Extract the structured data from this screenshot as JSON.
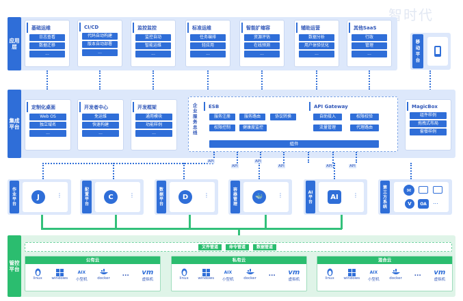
{
  "watermark": "智时代",
  "layers": {
    "app": {
      "label": "应用层",
      "cards": [
        {
          "title": "基础运维",
          "items": [
            "日志查看",
            "数据迁移",
            "..."
          ]
        },
        {
          "title": "CI/CD",
          "items": [
            "代码自动构建",
            "版本自动部署",
            "..."
          ]
        },
        {
          "title": "监控监控",
          "items": [
            "监控自动",
            "智能运维",
            "..."
          ]
        },
        {
          "title": "标准运维",
          "items": [
            "任务编排",
            "轻应用",
            "..."
          ]
        },
        {
          "title": "智能扩缩容",
          "items": [
            "资源评估",
            "在线预测",
            "..."
          ]
        },
        {
          "title": "辅助运营",
          "items": [
            "数据分析",
            "用户体验优化",
            "..."
          ]
        },
        {
          "title": "其他SaaS",
          "items": [
            "行政",
            "管理",
            "..."
          ]
        }
      ],
      "mobile_label": "移动平台"
    },
    "integration": {
      "label": "集成平台",
      "cards": [
        {
          "title": "定制化桌面",
          "items": [
            "Web OS",
            "独立域名",
            "..."
          ]
        },
        {
          "title": "开发者中心",
          "items": [
            "免运维",
            "快速构建",
            "..."
          ]
        },
        {
          "title": "开发框架",
          "items": [
            "通用模块",
            "功能样例",
            "..."
          ]
        }
      ],
      "esb_group_label": "企业服务总线",
      "esb": {
        "title": "ESB",
        "items": [
          "服务注册",
          "服务路由",
          "协议转换",
          "权限控制",
          "健康度监控"
        ]
      },
      "gateway": {
        "title": "API Gateway",
        "items": [
          "自助接入",
          "权限校验",
          "流量管理",
          "代理路由"
        ]
      },
      "component_bar": "组件",
      "magicbox": {
        "title": "MagicBox",
        "items": [
          "组件样例",
          "拖拽式布局",
          "套餐样例"
        ]
      }
    },
    "api_labels": [
      "API",
      "API",
      "API",
      "API",
      "API",
      "API"
    ],
    "tools": [
      {
        "label": "作业平台",
        "icon": "J"
      },
      {
        "label": "配置平台",
        "icon": "C"
      },
      {
        "label": "数据平台",
        "icon": "D"
      },
      {
        "label": "容器管理",
        "icon": "docker-icon"
      },
      {
        "label": "AI平台",
        "icon": "AI"
      }
    ],
    "thirdparty": {
      "label": "第三方系统",
      "icons": [
        "wechat-icon",
        "mail-icon",
        "chat-icon",
        "v-icon",
        "OA",
        "..."
      ]
    },
    "control": {
      "label": "管控平台",
      "pipes": [
        "文件管道",
        "命令管道",
        "数据管道"
      ],
      "clouds": [
        {
          "title": "公有云"
        },
        {
          "title": "私有云"
        },
        {
          "title": "混合云"
        }
      ],
      "os_labels": [
        "linux",
        "windows",
        "小型机",
        "docker",
        "...",
        "虚拟机"
      ],
      "aix": "AIX",
      "vm": "vm"
    }
  }
}
